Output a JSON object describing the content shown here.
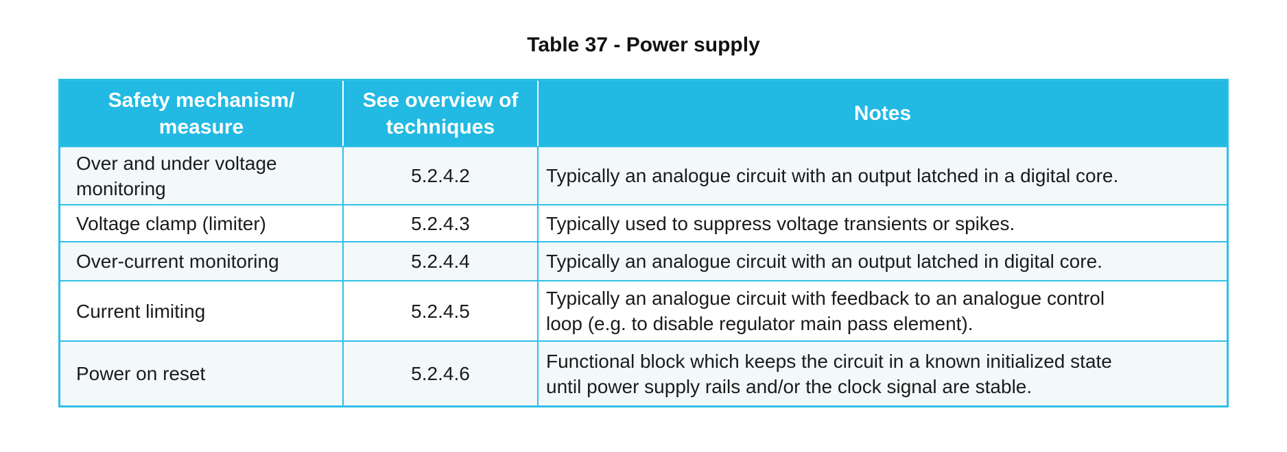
{
  "title": "Table 37 - Power supply",
  "colors": {
    "header_bg": "#22b9e3",
    "table_border": "#2ebfe6",
    "alt_row_bg": "#f3f8fb",
    "header_text": "#ffffff",
    "body_text": "#1b1b1b"
  },
  "table": {
    "headers": [
      "Safety mechanism/\nmeasure",
      "See overview of\ntechniques",
      "Notes"
    ],
    "rows": [
      {
        "mechanism": "Over and under voltage\nmonitoring",
        "technique": "5.2.4.2",
        "notes": "Typically an analogue circuit with an output latched in a digital core."
      },
      {
        "mechanism": "Voltage clamp (limiter)",
        "technique": "5.2.4.3",
        "notes": "Typically used to suppress voltage transients or spikes."
      },
      {
        "mechanism": "Over-current monitoring",
        "technique": "5.2.4.4",
        "notes": "Typically an analogue circuit with an output latched in digital core."
      },
      {
        "mechanism": "Current limiting",
        "technique": "5.2.4.5",
        "notes": "Typically an analogue circuit with feedback to an analogue control\nloop (e.g. to disable regulator main pass element)."
      },
      {
        "mechanism": "Power on reset",
        "technique": "5.2.4.6",
        "notes": "Functional block which keeps the circuit in a known initialized state\nuntil power supply rails and/or the clock signal are stable."
      }
    ]
  }
}
